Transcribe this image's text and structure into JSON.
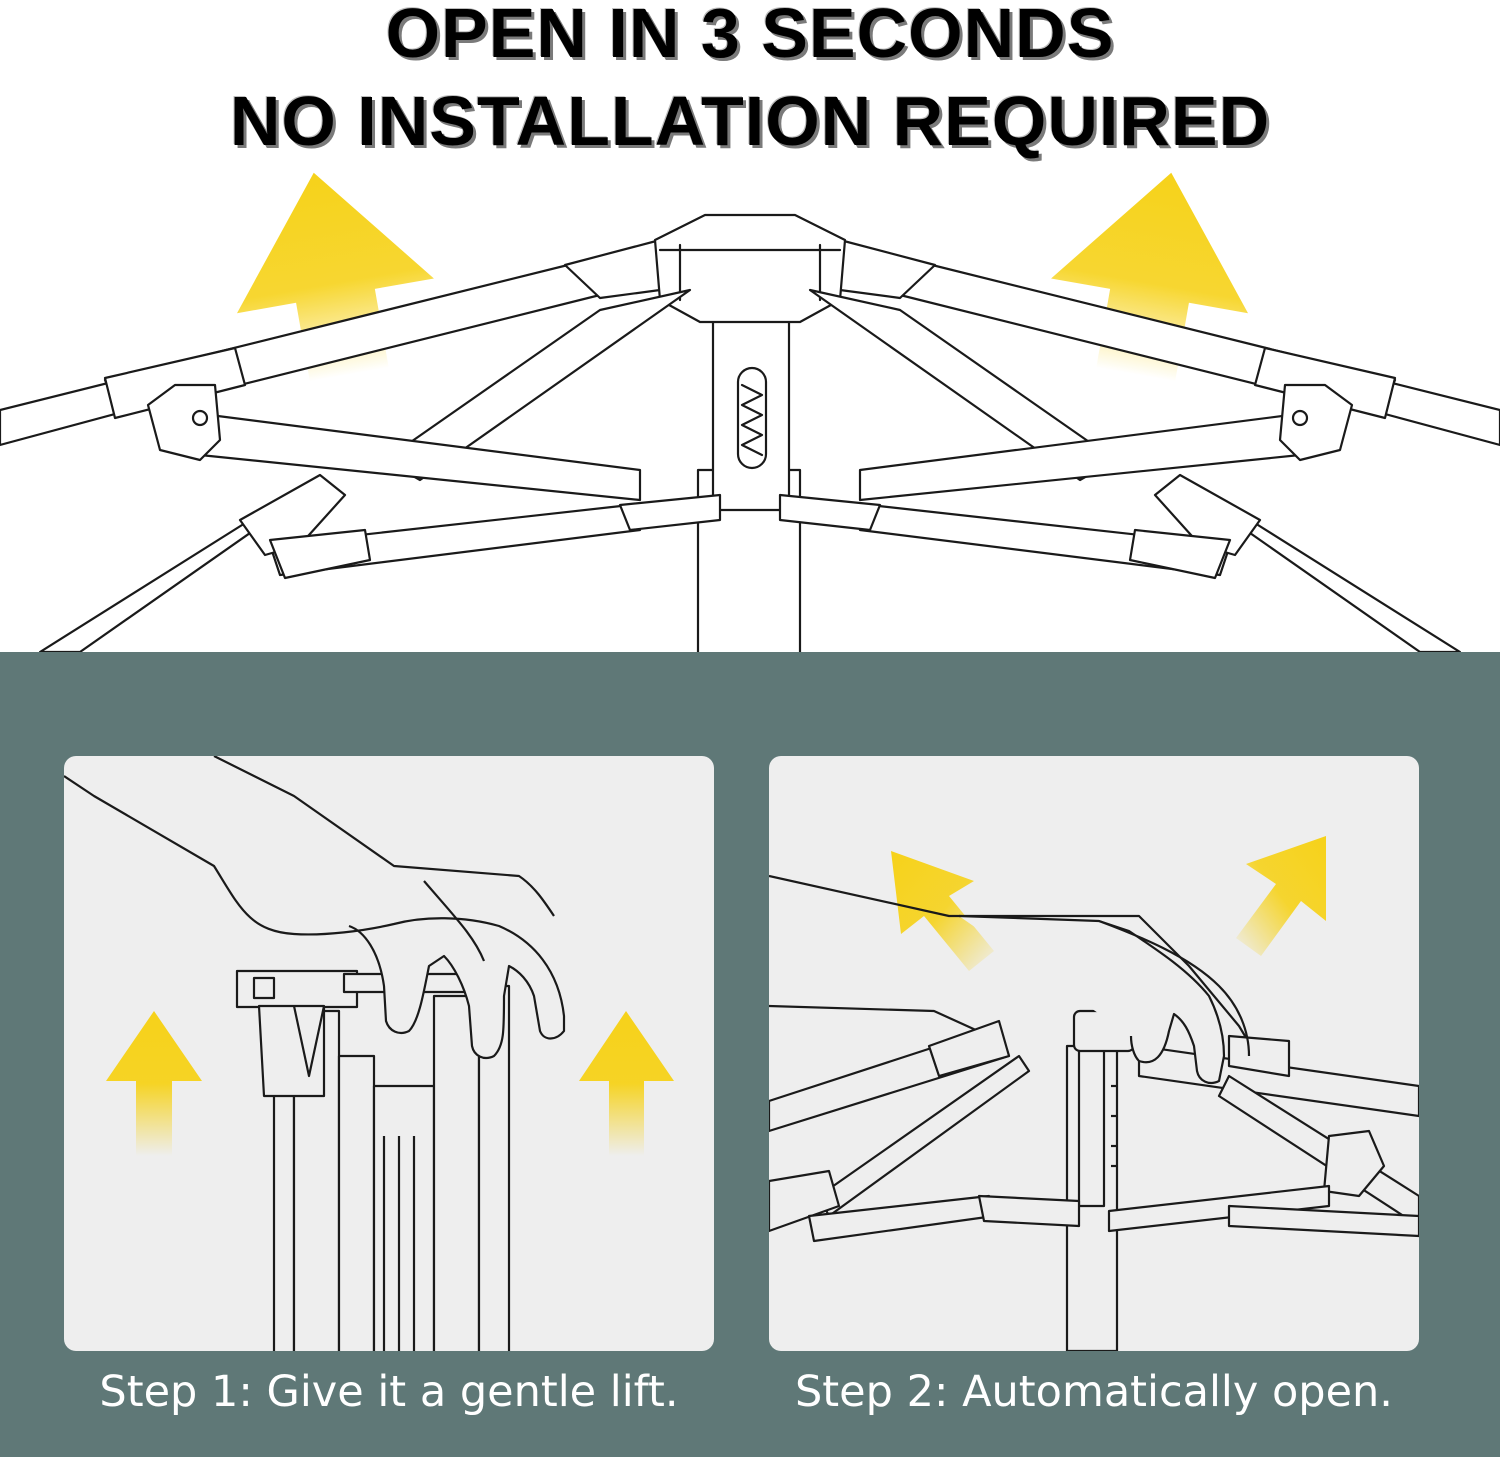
{
  "header": {
    "line1": "OPEN IN 3 SECONDS",
    "line2": "NO INSTALLATION REQUIRED"
  },
  "steps": [
    {
      "caption": "Step 1: Give it a gentle lift."
    },
    {
      "caption": "Step 2: Automatically open."
    }
  ],
  "colors": {
    "arrow": "#f6d21a",
    "panel_section_background": "#5f7877",
    "panel_background": "#eeeeee",
    "line_art": "#1a1a1a"
  },
  "icons": [
    "up-arrow-icon",
    "tent-frame-illustration",
    "hand-illustration"
  ]
}
